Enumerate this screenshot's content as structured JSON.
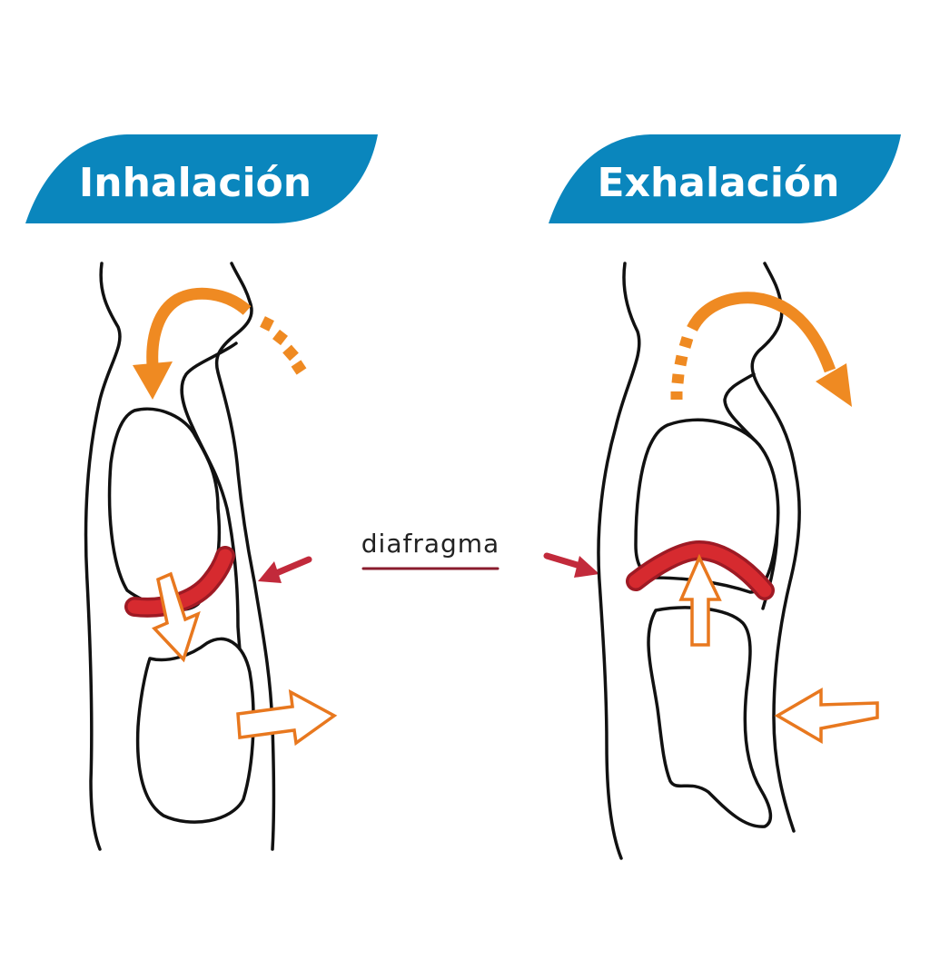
{
  "panels": {
    "left": {
      "title": "Inhalación"
    },
    "right": {
      "title": "Exhalación"
    }
  },
  "label": {
    "text": "diafragma"
  },
  "colors": {
    "banner": "#0a86bd",
    "air_arrow": "#ef8a22",
    "movement_arrow": "#e8781f",
    "diaphragm": "#d62a2f",
    "diaphragm_outline": "#9e1a24",
    "pointer": "#c22a3b",
    "label_text": "#222222",
    "label_underline": "#8a1c2e",
    "outline": "#111111"
  },
  "icons": {
    "air_flow": "curved-arrow",
    "body_movement": "outline-arrow",
    "pointer": "small-arrow"
  }
}
